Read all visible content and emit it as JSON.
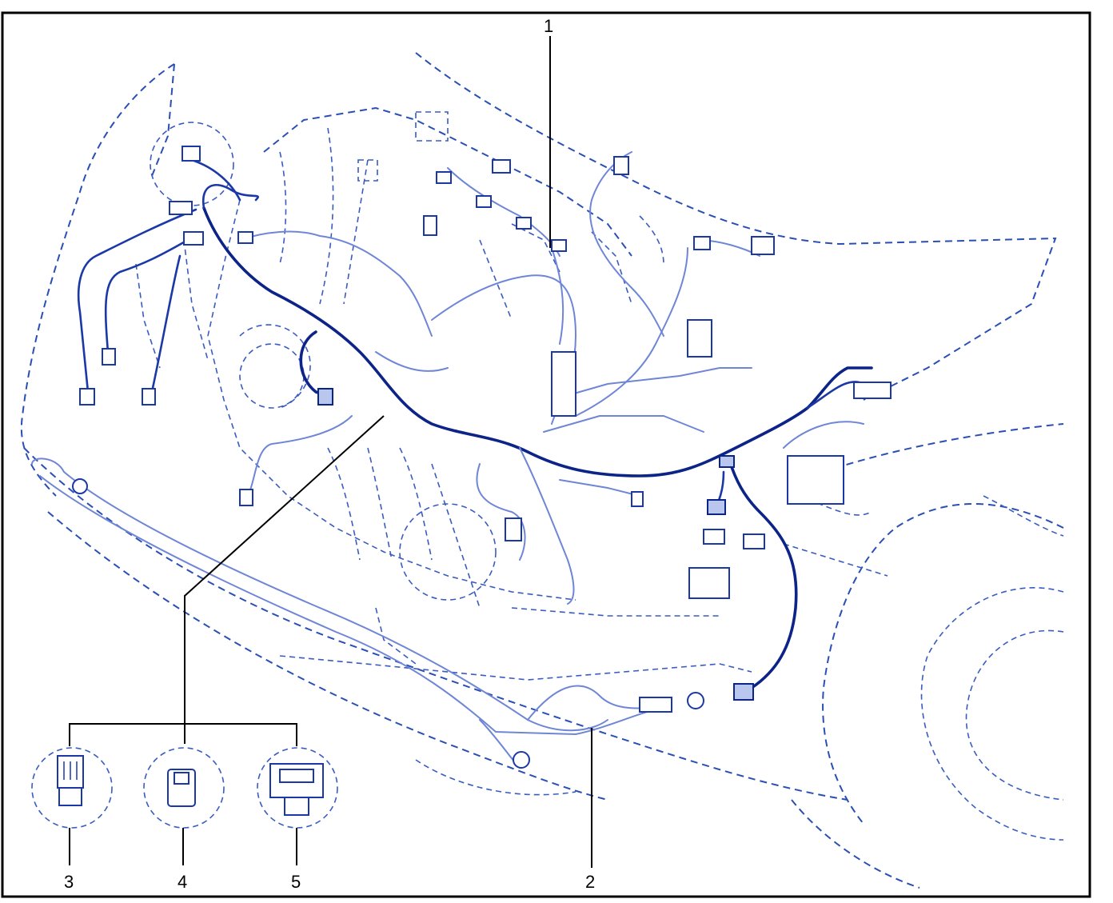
{
  "diagram": {
    "callouts": {
      "c1": "1",
      "c2": "2",
      "c3": "3",
      "c4": "4",
      "c5": "5"
    },
    "colors": {
      "line": "#1a38a6",
      "dashed_outline": "#2a4fb4",
      "leader": "#000000",
      "background": "#ffffff"
    }
  }
}
